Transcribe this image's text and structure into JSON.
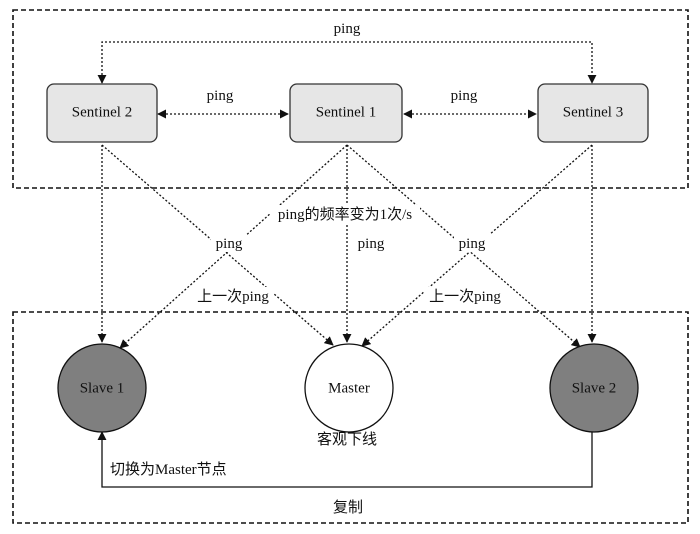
{
  "colors": {
    "sentinel_fill": "#e6e6e6",
    "slave_fill": "#7f7f7f",
    "master_fill": "#ffffff",
    "line": "#111111"
  },
  "nodes": {
    "sentinel_1": "Sentinel 1",
    "sentinel_2": "Sentinel 2",
    "sentinel_3": "Sentinel 3",
    "slave_1": "Slave 1",
    "slave_2": "Slave 2",
    "master": "Master"
  },
  "labels": {
    "top_ping": "ping",
    "ping_left": "ping",
    "ping_right": "ping",
    "frequency_note": "ping的频率变为1次/s",
    "ping_cross_left": "ping",
    "ping_center": "ping",
    "ping_cross_right": "ping",
    "once_left": "上一次ping",
    "once_right": "上一次ping",
    "master_status": "客观下线",
    "promote": "切换为Master节点",
    "replicate": "复制"
  }
}
